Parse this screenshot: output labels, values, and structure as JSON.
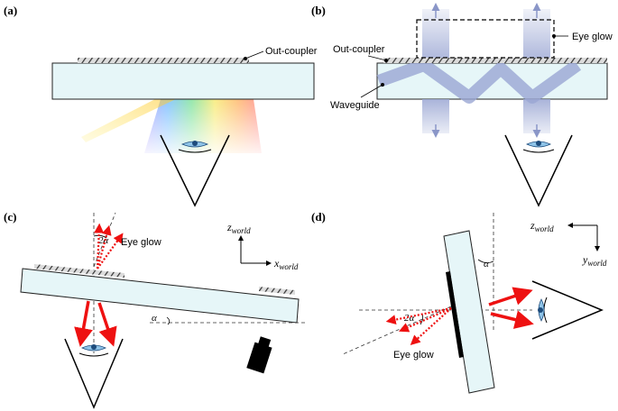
{
  "panels": {
    "a": {
      "label": "(a)",
      "out_coupler": "Out-coupler"
    },
    "b": {
      "label": "(b)",
      "out_coupler": "Out-coupler",
      "eye_glow": "Eye glow",
      "waveguide": "Waveguide"
    },
    "c": {
      "label": "(c)",
      "eye_glow": "Eye glow",
      "angle_2a": "2α",
      "angle_a": "α",
      "z_main": "z",
      "z_sub": "world",
      "x_main": "x",
      "x_sub": "world"
    },
    "d": {
      "label": "(d)",
      "eye_glow": "Eye glow",
      "angle_2a": "2α",
      "angle_a": "α",
      "z_main": "z",
      "z_sub": "world",
      "y_main": "y",
      "y_sub": "world"
    }
  },
  "colors": {
    "waveguide_fill": "#e6f6f8",
    "light_beam": "#9aa6d3",
    "eye_glow_arrow": "#ee1111",
    "grating": "#555555"
  }
}
